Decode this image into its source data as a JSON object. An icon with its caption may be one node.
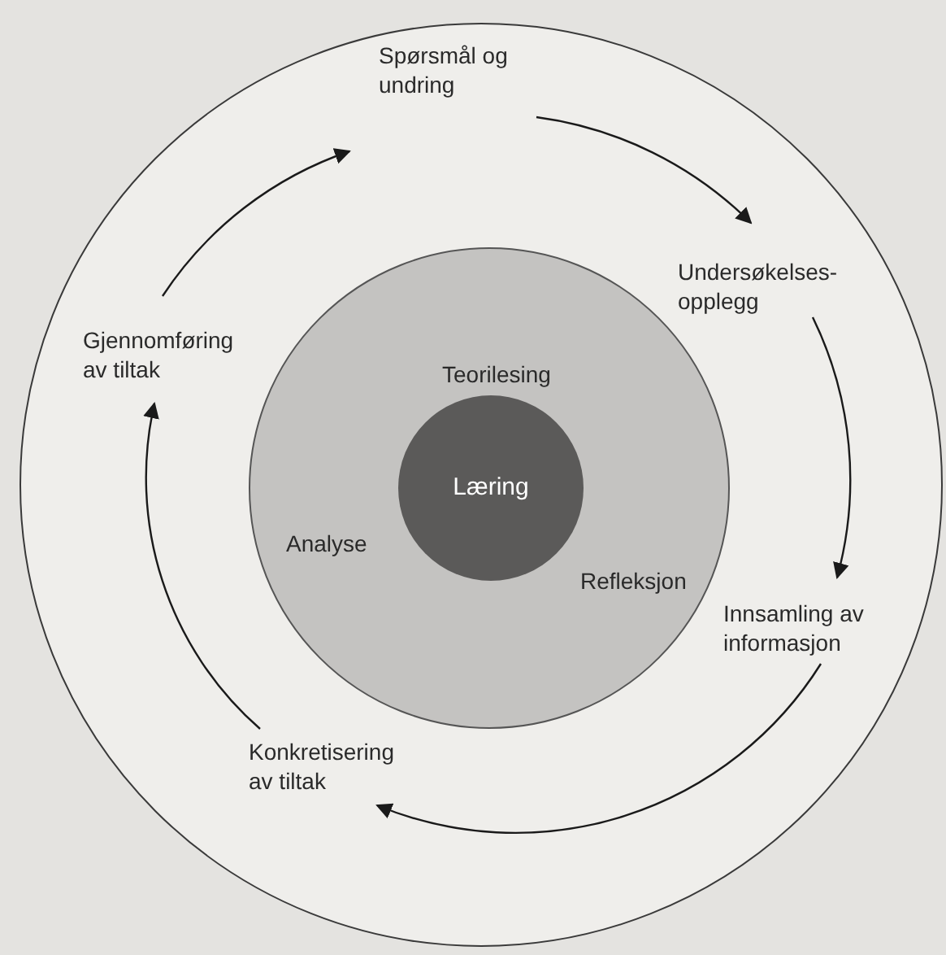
{
  "diagram": {
    "nodes": [
      {
        "text": [],
        "shape": "circle"
      },
      {
        "text": [
          "Teorilesing",
          "Analyse",
          "Refleksjon"
        ],
        "in": 0
      },
      {
        "text": [
          "Læring"
        ],
        "in": 1
      },
      {
        "text": [
          "Spørsmål og undring"
        ],
        "in": 0
      },
      {
        "text": [
          "Undersøkelses- opplegg"
        ],
        "in": 0
      },
      {
        "text": [
          "Innsamling av informasjon"
        ],
        "in": 0
      },
      {
        "text": [
          "Konkretisering av tiltak"
        ],
        "in": 0
      },
      {
        "text": [
          "Gjennomføring av tiltak"
        ],
        "in": 0
      }
    ],
    "edges": [
      {
        "from": 7,
        "to": 3,
        "arrow": "to"
      },
      {
        "from": 3,
        "to": 4,
        "arrow": "to"
      },
      {
        "from": 4,
        "to": 5,
        "arrow": "to"
      },
      {
        "from": 5,
        "to": 6,
        "arrow": "to"
      },
      {
        "from": 6,
        "to": 7,
        "arrow": "to"
      }
    ]
  }
}
